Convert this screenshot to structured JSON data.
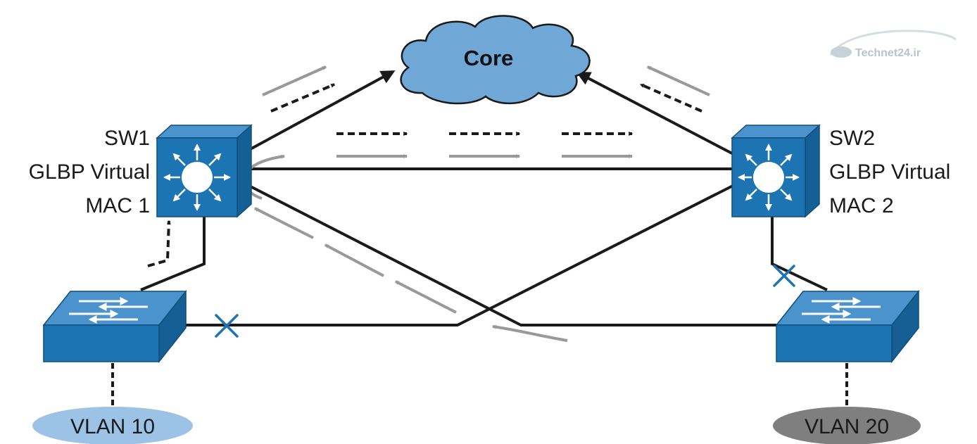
{
  "cloud": {
    "label": "Core"
  },
  "sw1": {
    "lines": [
      "SW1",
      "GLBP Virtual",
      "MAC 1"
    ]
  },
  "sw2": {
    "lines": [
      "SW2",
      "GLBP Virtual",
      "MAC 2"
    ]
  },
  "vlans": [
    {
      "label": "VLAN 10",
      "fill": "#9cc3e6"
    },
    {
      "label": "VLAN 20",
      "fill": "#7f7f7f"
    }
  ],
  "watermark": "Technet24.ir",
  "colors": {
    "device_blue": "#1c74b3",
    "cloud_blue": "#6fa8d6",
    "link": "#1a1a1a",
    "flow_gray": "#999999",
    "blocked_x": "#1c74b3"
  }
}
